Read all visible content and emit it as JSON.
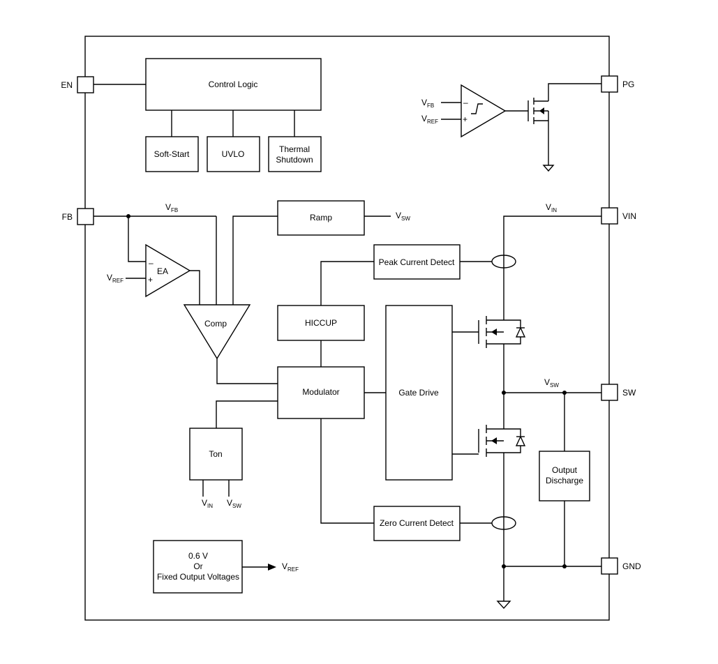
{
  "pins": {
    "en": "EN",
    "fb": "FB",
    "pg": "PG",
    "vin": "VIN",
    "sw": "SW",
    "gnd": "GND"
  },
  "blocks": {
    "control_logic": "Control Logic",
    "soft_start": "Soft-Start",
    "uvlo": "UVLO",
    "thermal_1": "Thermal",
    "thermal_2": "Shutdown",
    "ramp": "Ramp",
    "peak_current": "Peak Current Detect",
    "hiccup": "HICCUP",
    "modulator": "Modulator",
    "gate_drive": "Gate Drive",
    "ton": "Ton",
    "output_discharge_1": "Output",
    "output_discharge_2": "Discharge",
    "zero_current": "Zero Current Detect",
    "vref_1": "0.6 V",
    "vref_2": "Or",
    "vref_3": "Fixed Output Voltages"
  },
  "amps": {
    "ea": "EA",
    "comp": "Comp",
    "minus": "–",
    "plus": "+"
  },
  "signals": {
    "v": "V",
    "fb_sub": "FB",
    "ref_sub": "REF",
    "sw_sub": "SW",
    "in_sub": "IN"
  }
}
